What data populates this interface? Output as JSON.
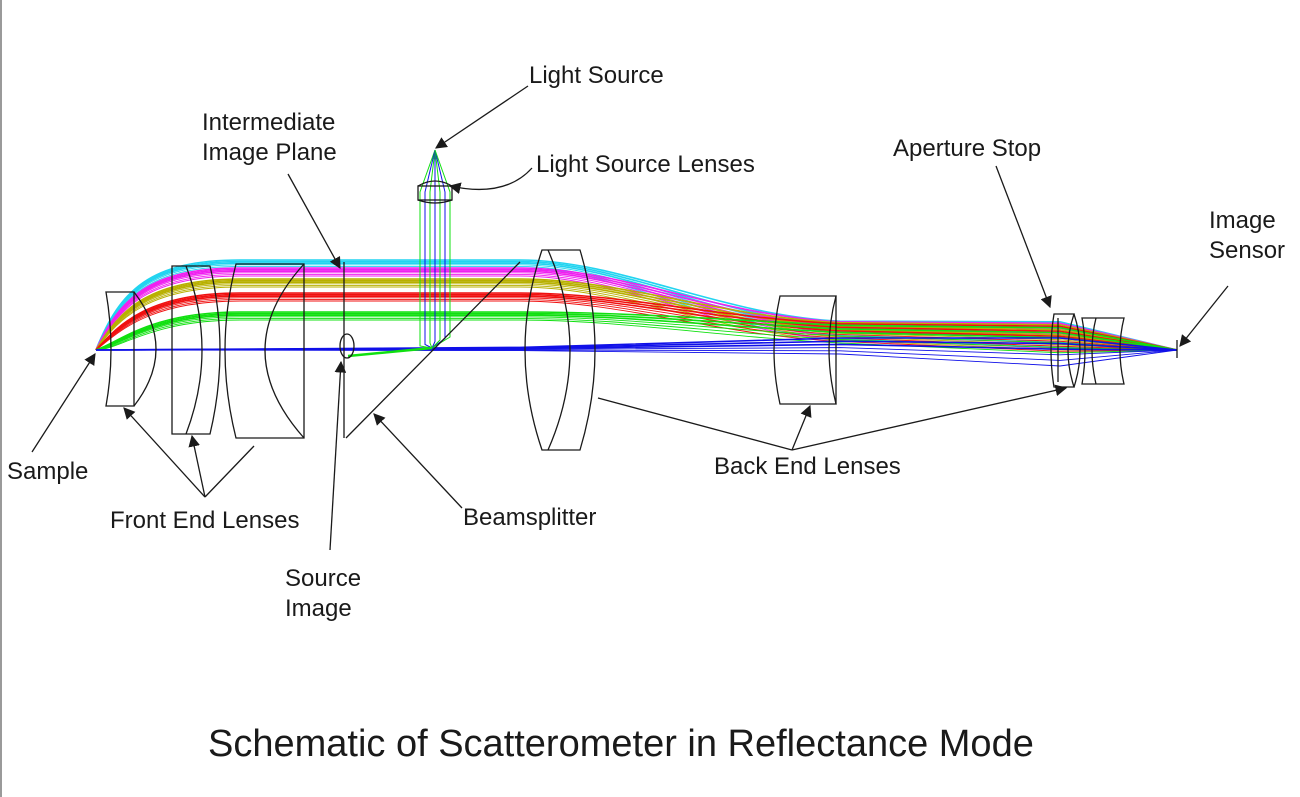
{
  "title": "Schematic of Scatterometer in Reflectance Mode",
  "labels": {
    "light_source": "Light Source",
    "light_source_lenses": "Light Source Lenses",
    "intermediate_image_plane_1": "Intermediate",
    "intermediate_image_plane_2": "Image Plane",
    "aperture_stop": "Aperture Stop",
    "image_sensor_1": "Image",
    "image_sensor_2": "Sensor",
    "sample": "Sample",
    "front_end_lenses": "Front End Lenses",
    "source_image_1": "Source",
    "source_image_2": "Image",
    "beamsplitter": "Beamsplitter",
    "back_end_lenses": "Back End Lenses"
  },
  "colors": {
    "ray_cyan": "#22d4f0",
    "ray_magenta": "#f020f0",
    "ray_olive": "#b8b000",
    "ray_red": "#f01010",
    "ray_green": "#10e010",
    "ray_blue": "#1010e8",
    "lens_outline": "#1a1a1a",
    "text": "#1a1a1a"
  },
  "ray_bundles": [
    "ray_cyan",
    "ray_magenta",
    "ray_olive",
    "ray_red",
    "ray_green",
    "ray_blue"
  ]
}
